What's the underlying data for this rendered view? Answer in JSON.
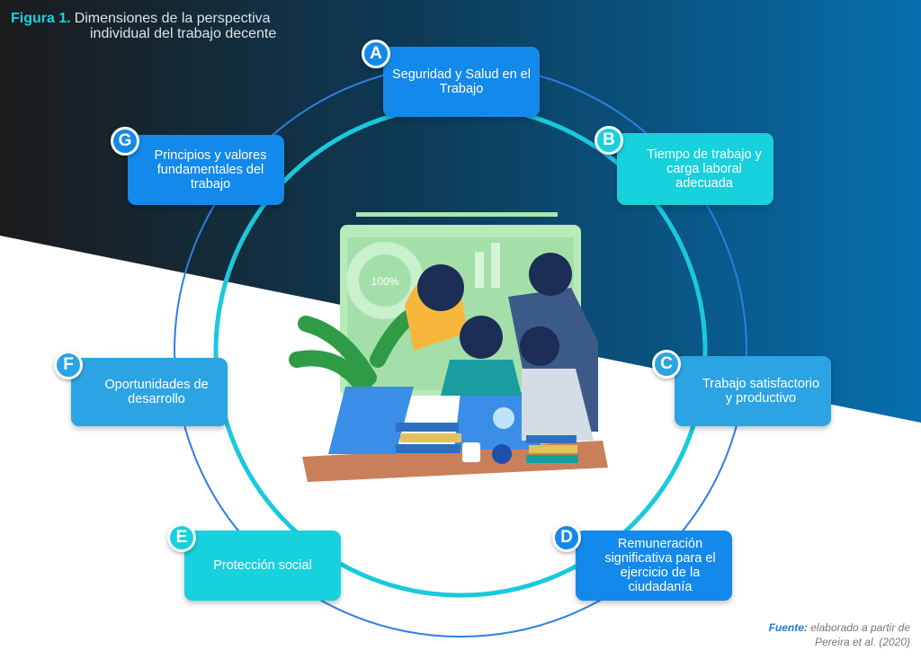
{
  "title": {
    "figure_label": "Figura 1.",
    "line1": "Dimensiones de la perspectiva",
    "line2": "individual del trabajo decente"
  },
  "dimensions": [
    {
      "letter": "A",
      "label": "Seguridad y Salud en el Trabajo",
      "color": "#1489ec"
    },
    {
      "letter": "B",
      "label": "Tiempo de trabajo y carga laboral adecuada",
      "color": "#17d1dd"
    },
    {
      "letter": "C",
      "label": "Trabajo satisfactorio y productivo",
      "color": "#2ca4e3"
    },
    {
      "letter": "D",
      "label": "Remuneración significativa para el ejercicio de la ciudadanía",
      "color": "#1489ec"
    },
    {
      "letter": "E",
      "label": "Protección social",
      "color": "#17d1dd"
    },
    {
      "letter": "F",
      "label": "Oportunidades de desarrollo",
      "color": "#2ca4e3"
    },
    {
      "letter": "G",
      "label": "Principios y valores fundamentales del trabajo",
      "color": "#1489ec"
    }
  ],
  "illustration": {
    "gauge_text": "100%"
  },
  "source": {
    "label": "Fuente:",
    "text": "elaborado a partir de",
    "text2": "Pereira et al. (2020)"
  }
}
